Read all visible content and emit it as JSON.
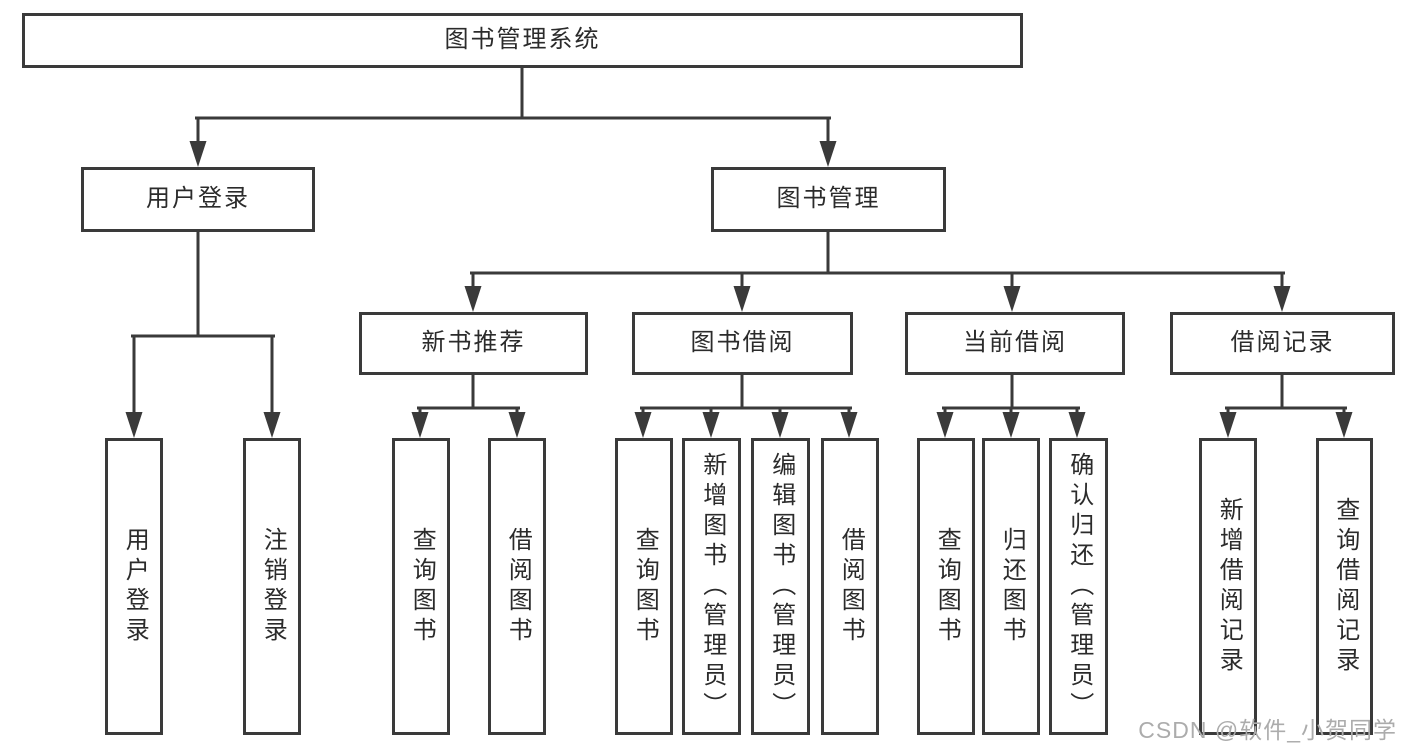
{
  "diagram_title": "图书管理系统",
  "nodes": {
    "root": {
      "label": "图书管理系统"
    },
    "user_login": {
      "label": "用户登录"
    },
    "book_management": {
      "label": "图书管理"
    },
    "new_book_recommendation": {
      "label": "新书推荐"
    },
    "book_borrowing": {
      "label": "图书借阅"
    },
    "current_borrowing": {
      "label": "当前借阅"
    },
    "borrowing_records": {
      "label": "借阅记录"
    },
    "user_login_action": {
      "label": "用户登录"
    },
    "logout_action": {
      "label": "注销登录"
    },
    "rec_query_books": {
      "label": "查询图书"
    },
    "rec_borrow_books": {
      "label": "借阅图书"
    },
    "bb_query_books": {
      "label": "查询图书"
    },
    "bb_add_books": {
      "label": "新增图书（管理员）"
    },
    "bb_edit_books": {
      "label": "编辑图书（管理员）"
    },
    "bb_borrow_books": {
      "label": "借阅图书"
    },
    "cb_query_books": {
      "label": "查询图书"
    },
    "cb_return_books": {
      "label": "归还图书"
    },
    "cb_confirm_return": {
      "label": "确认归还（管理员）"
    },
    "br_add_record": {
      "label": "新增借阅记录"
    },
    "br_query_record": {
      "label": "查询借阅记录"
    }
  },
  "structure": {
    "图书管理系统": {
      "用户登录": [
        "用户登录",
        "注销登录"
      ],
      "图书管理": {
        "新书推荐": [
          "查询图书",
          "借阅图书"
        ],
        "图书借阅": [
          "查询图书",
          "新增图书（管理员）",
          "编辑图书（管理员）",
          "借阅图书"
        ],
        "当前借阅": [
          "查询图书",
          "归还图书",
          "确认归还（管理员）"
        ],
        "借阅记录": [
          "新增借阅记录",
          "查询借阅记录"
        ]
      }
    }
  },
  "watermark": {
    "text": "CSDN @软件_小贺同学"
  },
  "colors": {
    "line": "#3a3a3a",
    "box_border": "#3a3a3a",
    "text": "#2b2b2b",
    "watermark": "#acacac",
    "background": "#ffffff"
  }
}
